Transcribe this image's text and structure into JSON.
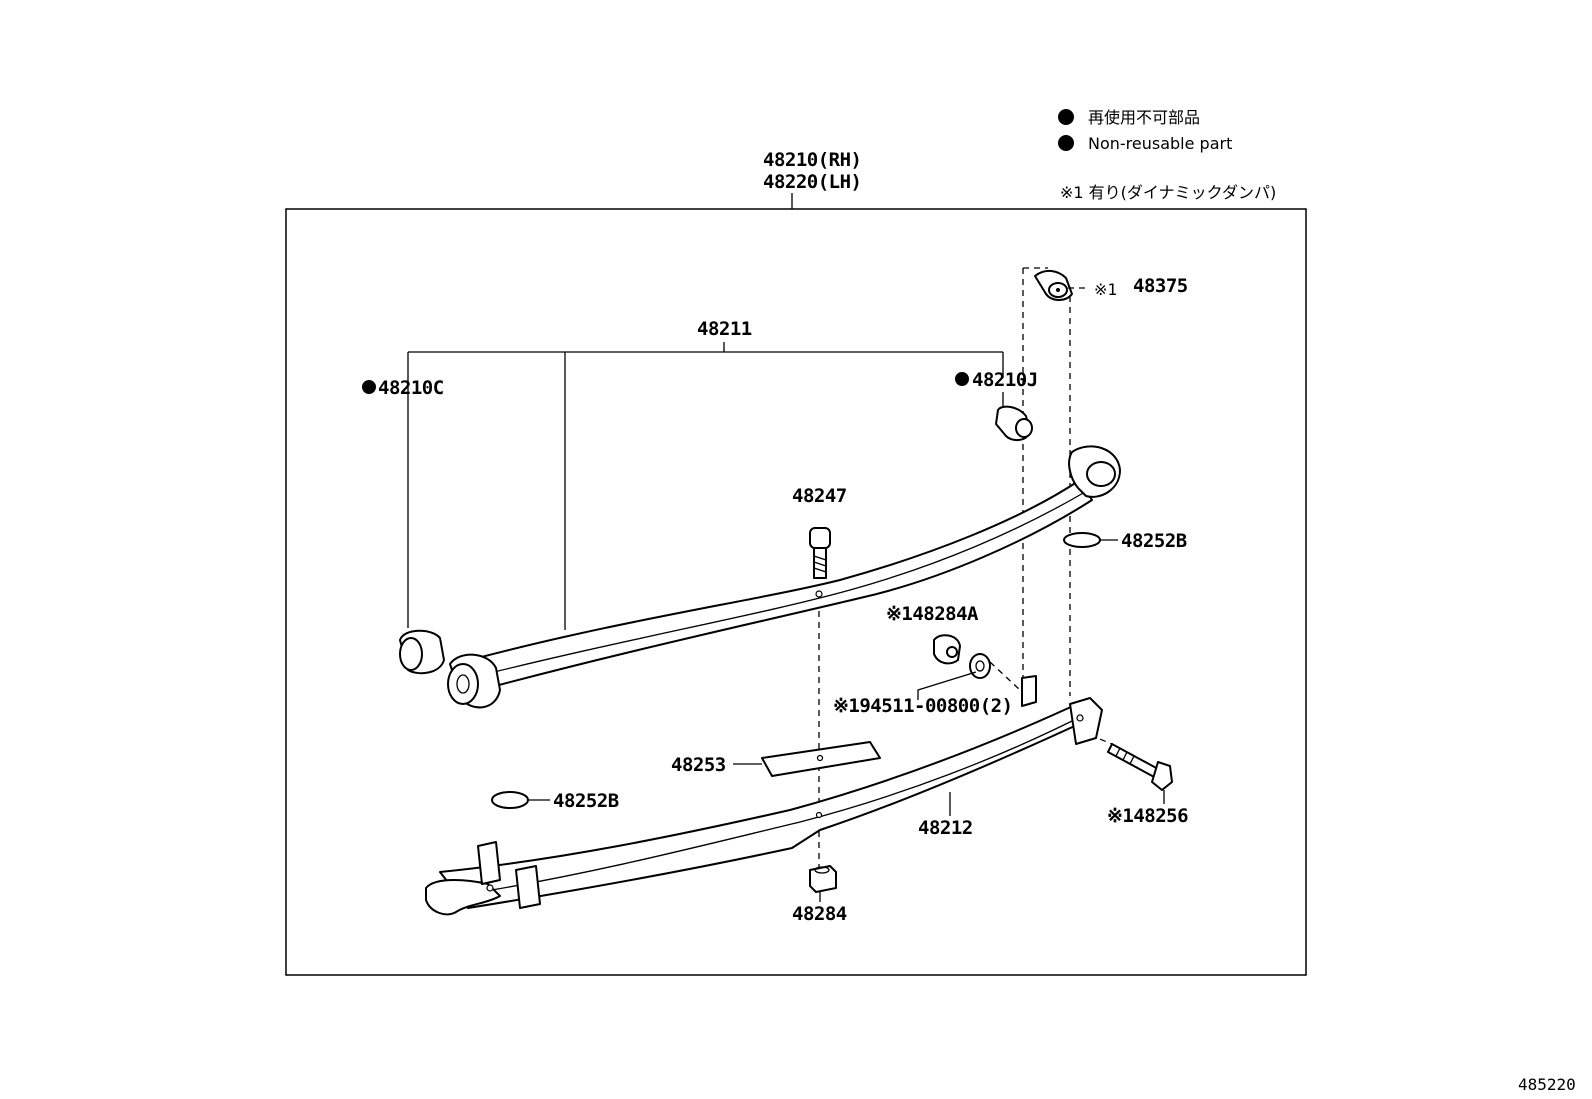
{
  "legend": {
    "line1": "再使用不可部品",
    "line2": "Non-reusable part",
    "note": "※1 有り(ダイナミックダンパ)"
  },
  "assembly": {
    "rh": "48210(RH)",
    "lh": "48220(LH)"
  },
  "parts": {
    "p48211": "48211",
    "p48210c": "48210C",
    "p48210j": "48210J",
    "p48375": "48375",
    "p48375_mark": "※1",
    "p48247": "48247",
    "p48252b_upper": "48252B",
    "p48284a": "※148284A",
    "p194511": "※194511-00800(2)",
    "p48253": "48253",
    "p48252b_lower": "48252B",
    "p48212": "48212",
    "p48256": "※148256",
    "p48284": "48284"
  },
  "figure_id": "485220",
  "colors": {
    "line": "#000000",
    "background": "#ffffff"
  }
}
